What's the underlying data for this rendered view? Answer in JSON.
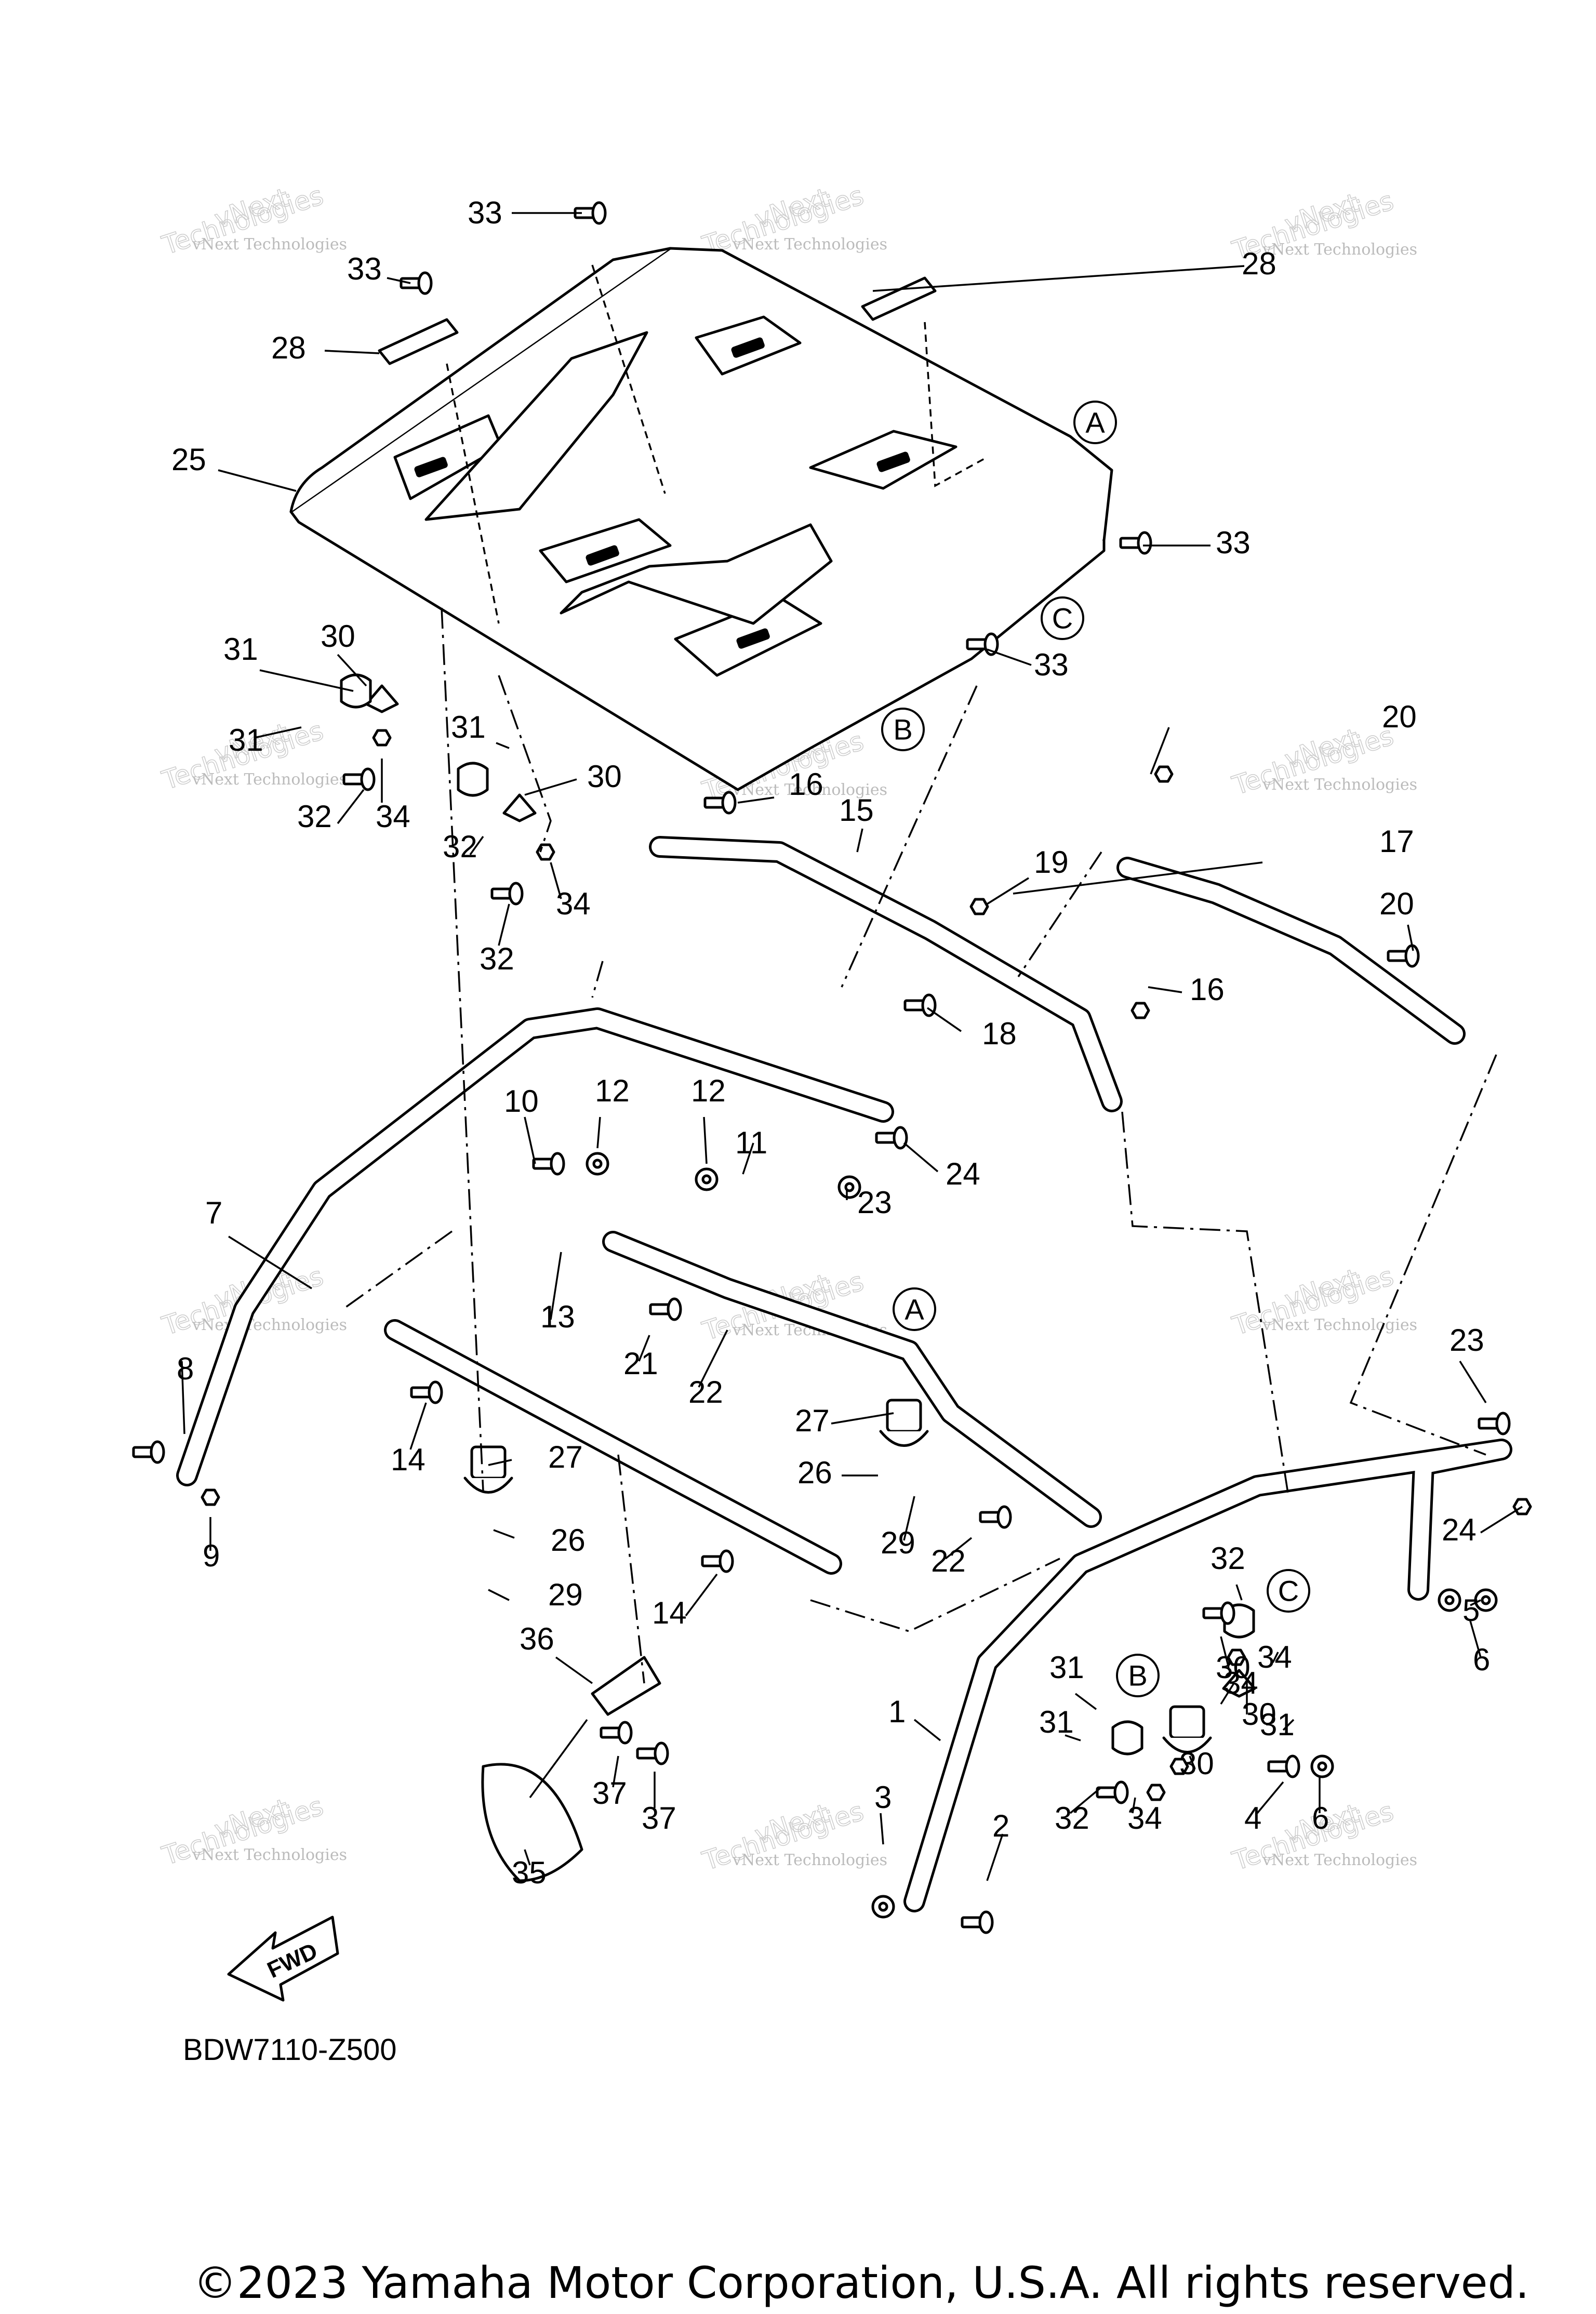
{
  "diagram_code": "BDW7110-Z500",
  "copyright": "©2023 Yamaha Motor Corporation, U.S.A. All rights reserved.",
  "fwd_arrow_label": "FWD",
  "watermark": {
    "line1": "vNext",
    "line2": "Technologies",
    "line3": "vNext Technologies"
  },
  "reference_marks": [
    "A",
    "B",
    "C"
  ],
  "part_callouts": [
    "1",
    "2",
    "3",
    "4",
    "5",
    "6",
    "7",
    "8",
    "9",
    "10",
    "11",
    "12",
    "13",
    "14",
    "15",
    "16",
    "17",
    "18",
    "19",
    "20",
    "21",
    "22",
    "23",
    "24",
    "25",
    "26",
    "27",
    "28",
    "29",
    "30",
    "31",
    "32",
    "33",
    "34",
    "35",
    "36",
    "37"
  ]
}
